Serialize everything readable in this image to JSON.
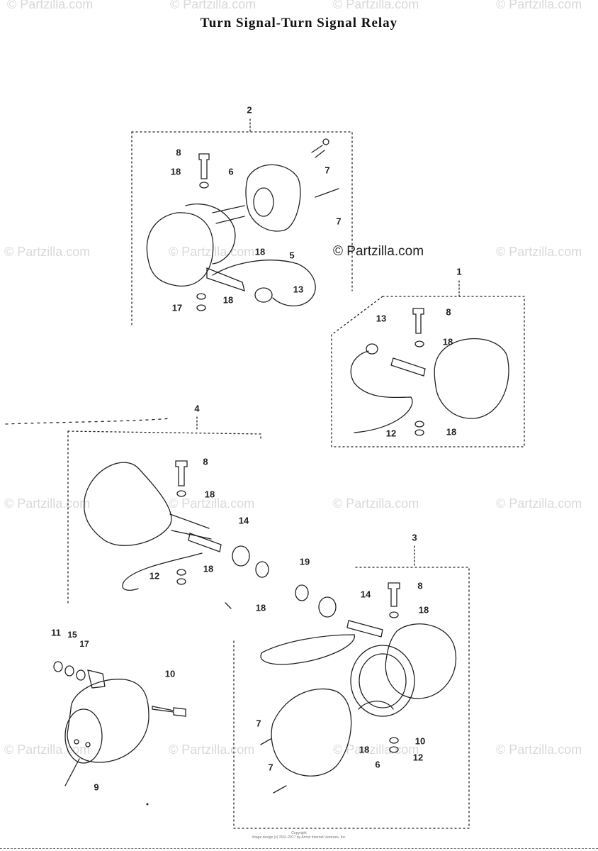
{
  "title": "Turn Signal-Turn Signal Relay",
  "brand": "© Partzilla.com",
  "watermark": "© Partzilla.com",
  "callouts": {
    "c2_top": "2",
    "a_8": "8",
    "a_18a": "18",
    "a_6": "6",
    "a_7a": "7",
    "a_7b": "7",
    "a_18b": "18",
    "a_5": "5",
    "a_13": "13",
    "a_17": "17",
    "a_18c": "18",
    "c1_top": "1",
    "b_13": "13",
    "b_8": "8",
    "b_18a": "18",
    "b_12": "12",
    "b_18b": "18",
    "c4_top": "4",
    "d_8": "8",
    "d_18a": "18",
    "d_14": "14",
    "d_12": "12",
    "d_18b": "18",
    "c3_top": "3",
    "e_19": "19",
    "e_14": "14",
    "e_8": "8",
    "e_18a": "18",
    "e_18b": "18",
    "e_7a": "7",
    "e_7b": "7",
    "e_18c": "18",
    "e_6": "6",
    "e_10": "10",
    "e_12": "12",
    "f_11": "11",
    "f_15": "15",
    "f_17": "17",
    "f_10": "10",
    "f_9": "9"
  },
  "footer": {
    "line1": "Copyright",
    "line2": "Image design (c) 2011-2017 by Arrow Internet Ventures, Inc."
  }
}
